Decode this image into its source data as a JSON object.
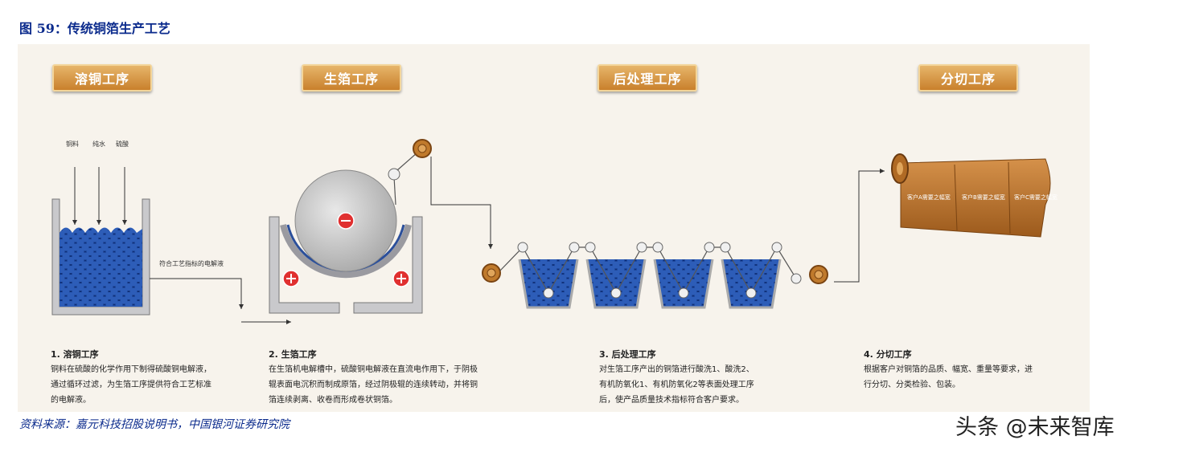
{
  "figure_title": "图 59：传统铜箔生产工艺",
  "stages": [
    {
      "label": "溶铜工序"
    },
    {
      "label": "生箔工序"
    },
    {
      "label": "后处理工序"
    },
    {
      "label": "分切工序"
    }
  ],
  "inputs": {
    "a": "铜料",
    "b": "纯水",
    "c": "硫酸"
  },
  "electrolyte_label": "符合工艺指标的电解液",
  "slit_labels": [
    "客户A需要之幅宽",
    "客户B需要之幅宽",
    "客户C需要之幅宽"
  ],
  "descriptions": [
    {
      "heading": "1.  溶铜工序",
      "lines": [
        "铜料在硫酸的化学作用下制得硫酸铜电解液，",
        "通过循环过滤，为生箔工序提供符合工艺标准",
        "的电解液。"
      ]
    },
    {
      "heading": "2.  生箔工序",
      "lines": [
        "在生箔机电解槽中，硫酸铜电解液在直流电作用下，于阴极",
        "辊表面电沉积而制成原箔，经过阴极辊的连续转动，并将铜",
        "箔连续剥离、收卷而形成卷状铜箔。"
      ]
    },
    {
      "heading": "3.  后处理工序",
      "lines": [
        "对生箔工序产出的铜箔进行酸洗1、酸洗2、",
        "有机防氧化1、有机防氧化2等表面处理工序",
        "后，使产品质量技术指标符合客户要求。"
      ]
    },
    {
      "heading": "4.  分切工序",
      "lines": [
        "根据客户对铜箔的品质、幅宽、重量等要求，进",
        "行分切、分类检验、包装。"
      ]
    }
  ],
  "source": "资料来源：嘉元科技招股说明书，中国银河证券研究院",
  "watermark": "头条 @未来智库",
  "colors": {
    "title_blue": "#0a2a8c",
    "stage_orange": "#d8963f",
    "tank_blue": "#1b3d8f",
    "copper": "#c07a2c",
    "minus_red": "#e03030"
  }
}
